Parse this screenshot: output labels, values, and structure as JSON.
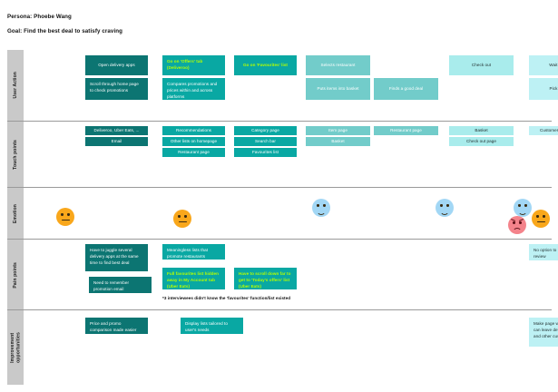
{
  "header": {
    "persona": "Persona: Phoebe Wang",
    "goal": "Goal: Find the best deal to satisfy craving"
  },
  "rows": [
    {
      "label": "User Action"
    },
    {
      "label": "Touch points"
    },
    {
      "label": "Emotion"
    },
    {
      "label": "Pain points"
    },
    {
      "label": "Improvement\nopportunities"
    }
  ],
  "user_action": {
    "c1": "Open delivery apps",
    "c2": "Scroll through home page to check promotions",
    "c3": "Go on 'Offers' tab (Deliveroo)",
    "c4": "Compares promotions and prices within and across platforms",
    "c5": "Go on 'Favourites' list",
    "c6": "Selects  restaurant",
    "c7": "Puts items into basket",
    "c8": "Finds a good deal",
    "c9": "Check out",
    "c10": "Wait for food",
    "c11": "Pick up food"
  },
  "touch_points": {
    "t1": "Deliveroo, Uber Eats, ...",
    "t2": "Email",
    "t3": "Recommendations",
    "t4": "Other lists on homepage",
    "t5": "Restaurant page",
    "t6": "Category page",
    "t7": "Search bar",
    "t8": "Favourites list",
    "t9": "Item page",
    "t10": "Basket",
    "t11": "Restaurant page",
    "t12": "Basket",
    "t13": "Check out page",
    "t14": "Customer review page"
  },
  "emotions": [
    {
      "name": "neutral-orange-1",
      "mood": "neutral",
      "color": "#f9a71b"
    },
    {
      "name": "neutral-orange-2",
      "mood": "neutral",
      "color": "#f9a71b"
    },
    {
      "name": "happy-blue-1",
      "mood": "happy",
      "color": "#a2d7f5"
    },
    {
      "name": "happy-blue-2",
      "mood": "happy",
      "color": "#a2d7f5"
    },
    {
      "name": "happy-blue-3",
      "mood": "happy",
      "color": "#a2d7f5"
    },
    {
      "name": "neutral-orange-3",
      "mood": "neutral",
      "color": "#f9a71b"
    },
    {
      "name": "angry-red-1",
      "mood": "angry",
      "color": "#f4838b"
    }
  ],
  "pain_points": {
    "p1": "Have to juggle several delivery apps at the same time to find best deal",
    "p2": "Need to remember promotion email",
    "p3": "Meaningless lists that promote restaurants",
    "p4": "Full favourites list hidden away in My Account tab (Uber Eats)",
    "p5": "Have to scroll down far to get to 'Today's offers' list (Uber Eats)",
    "p6": "No option to leave detailed review",
    "note": "*3 interviewees didn't know the 'favourites' function/list existed"
  },
  "improvements": {
    "i1": "Price and promo comparison made easier",
    "i2": "Display lists tailored to user's needs",
    "i3": "Make page where customers can leave detailed review and other customers can see"
  },
  "colors": {
    "dark_teal": "#0c7572",
    "teal": "#09a8a3",
    "mid_teal": "#72ccca",
    "light_cyan": "#a9ecec",
    "pale_cyan": "#bdf1f4",
    "highlight_text": "#b7ff00",
    "row_label_bg": "#c9c9c9"
  }
}
